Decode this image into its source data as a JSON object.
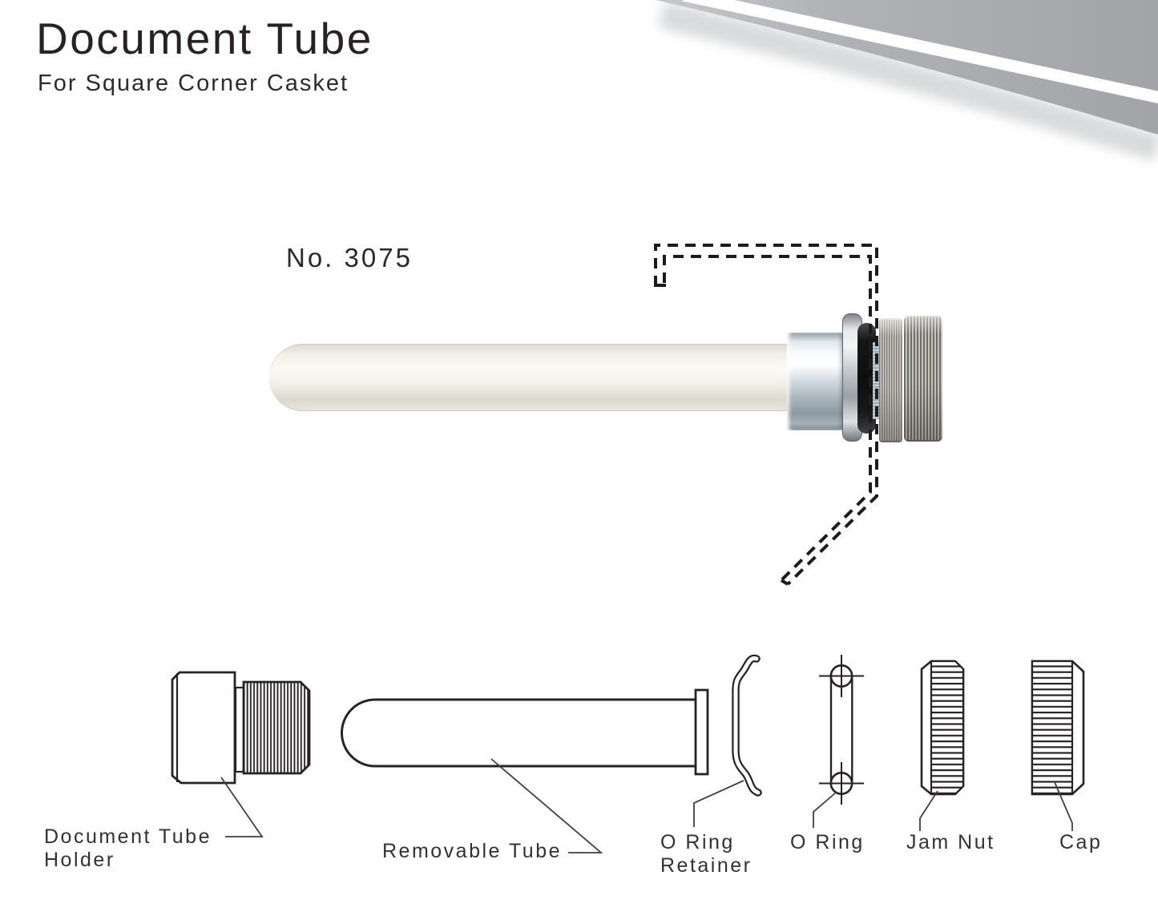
{
  "header": {
    "title": "Document Tube",
    "subtitle": "For Square Corner Casket"
  },
  "product": {
    "model_no": "No. 3075"
  },
  "diagram_labels": {
    "holder_line1": "Document Tube",
    "holder_line2": "Holder",
    "removable_tube": "Removable Tube",
    "o_ring_retainer_line1": "O Ring",
    "o_ring_retainer_line2": "Retainer",
    "o_ring": "O Ring",
    "jam_nut": "Jam Nut",
    "cap": "Cap"
  },
  "colors": {
    "line_art": "#272324",
    "dashed_outline": "#1c1c1c",
    "swoosh_gray": "#a9abae",
    "swoosh_stripe": "#ffffff",
    "tube_white": "#f1efe8",
    "oring_black": "#141414",
    "metal_chrome": "#c9d3d9",
    "metal_knurl": "#a39f9a"
  }
}
